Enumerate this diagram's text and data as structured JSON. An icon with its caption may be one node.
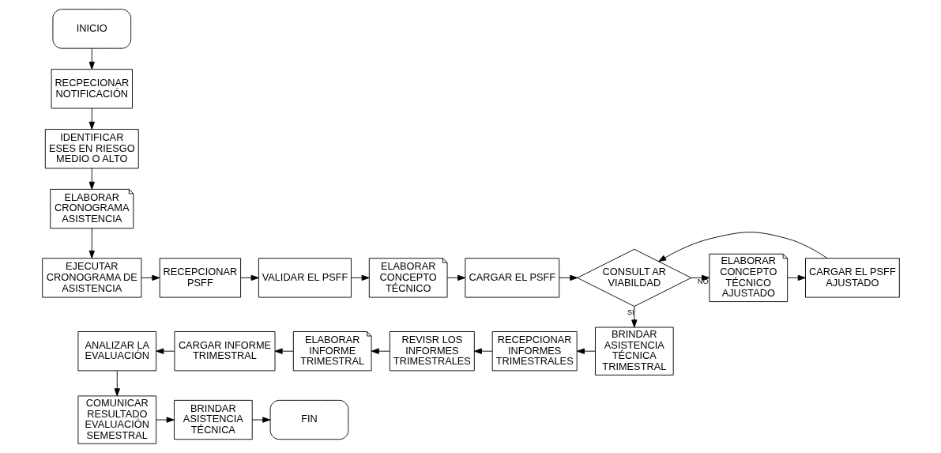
{
  "diagram": {
    "nodes": [
      {
        "text": [
          "INICIO"
        ]
      },
      {
        "text": [
          "RECPECIONAR NOTIFICACIÓN"
        ]
      },
      {
        "text": [
          "IDENTIFICAR ESES EN RIESGO MEDIO O ALTO"
        ]
      },
      {
        "text": [
          "ELABORAR CRONOGRAMA ASISTENCIA"
        ]
      },
      {
        "text": [
          "EJECUTAR CRONOGRAMA DE ASISTENCIA"
        ]
      },
      {
        "text": [
          "RECEPCIONAR PSFF"
        ]
      },
      {
        "text": [
          "VALIDAR EL PSFF"
        ]
      },
      {
        "text": [
          "ELABORAR CONCEPTO TÉCNICO"
        ]
      },
      {
        "text": [
          "CARGAR EL PSFF"
        ]
      },
      {
        "text": [
          "CONSULT AR VIABILDAD"
        ]
      },
      {
        "text": [
          "ELABORAR CONCEPTO TÉCNICO AJUSTADO"
        ]
      },
      {
        "text": [
          "CARGAR EL PSFF AJUSTADO"
        ]
      },
      {
        "text": [
          "BRINDAR ASISTENCIA TÉCNICA TRIMESTRAL"
        ]
      },
      {
        "text": [
          "RECEPCIONAR INFORMES TRIMESTRALES"
        ]
      },
      {
        "text": [
          "REVISR LOS INFORMES TRIMESTRALES"
        ]
      },
      {
        "text": [
          "ELABORAR INFORME TRIMESTRAL"
        ]
      },
      {
        "text": [
          "CARGAR INFORME TRIMESTRAL"
        ]
      },
      {
        "text": [
          "ANALIZAR LA EVALUACIÓN"
        ]
      },
      {
        "text": [
          "COMUNICAR RESULTADO EVALUACIÓN SEMESTRAL"
        ]
      },
      {
        "text": [
          "BRINDAR ASISTENCIA TÉCNICA"
        ]
      },
      {
        "text": [
          "FIN"
        ]
      }
    ],
    "edges": [
      {
        "from": 0,
        "to": 1,
        "arrow": "to"
      },
      {
        "from": 1,
        "to": 2,
        "arrow": "to"
      },
      {
        "from": 2,
        "to": 3,
        "arrow": "to"
      },
      {
        "from": 3,
        "to": 4,
        "arrow": "to"
      },
      {
        "from": 4,
        "to": 5,
        "arrow": "to"
      },
      {
        "from": 5,
        "to": 6,
        "arrow": "to"
      },
      {
        "from": 6,
        "to": 7,
        "arrow": "to"
      },
      {
        "from": 7,
        "to": 8,
        "arrow": "to"
      },
      {
        "from": 8,
        "to": 9,
        "arrow": "to"
      },
      {
        "from": 9,
        "to": 10,
        "arrow": "to",
        "label": "NO"
      },
      {
        "from": 10,
        "to": 11,
        "arrow": "to"
      },
      {
        "from": 11,
        "to": 9,
        "arrow": "to"
      },
      {
        "from": 9,
        "to": 12,
        "arrow": "to",
        "label": "SI"
      },
      {
        "from": 12,
        "to": 13,
        "arrow": "to"
      },
      {
        "from": 13,
        "to": 14,
        "arrow": "to"
      },
      {
        "from": 14,
        "to": 15,
        "arrow": "to"
      },
      {
        "from": 15,
        "to": 16,
        "arrow": "to"
      },
      {
        "from": 16,
        "to": 17,
        "arrow": "to"
      },
      {
        "from": 17,
        "to": 18,
        "arrow": "to"
      },
      {
        "from": 18,
        "to": 19,
        "arrow": "to"
      },
      {
        "from": 19,
        "to": 20,
        "arrow": "to"
      }
    ]
  }
}
